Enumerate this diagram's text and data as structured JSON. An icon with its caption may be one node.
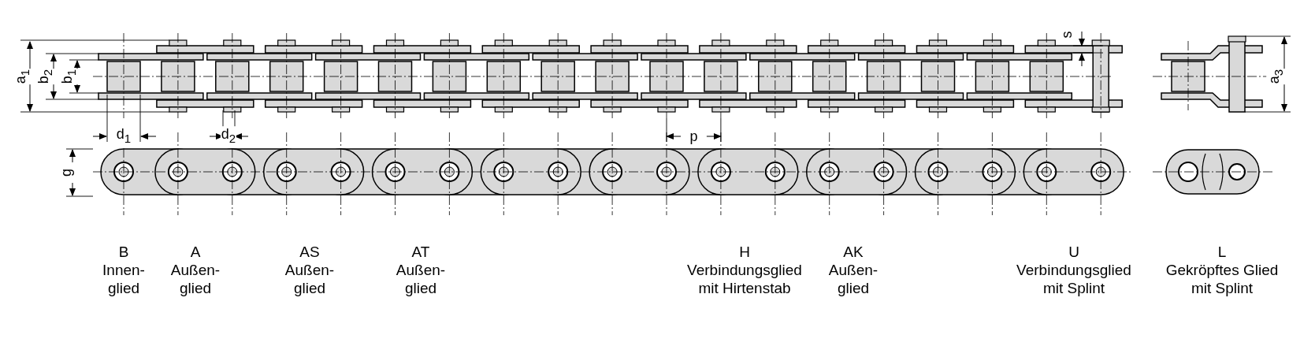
{
  "diagram": {
    "labels": [
      "a$_{1}$",
      "b$_{2}$",
      "b$_{1}$",
      "s",
      "a$_{3}$",
      "d$_{1}$",
      "d$_{2}$",
      "p",
      "g",
      "B",
      "Innen-glied",
      "A",
      "Außen-glied",
      "AS",
      "Außen-glied",
      "AT",
      "Außen-glied",
      "H",
      "Verbindungsglied mit Hirtenstab",
      "AK",
      "Außen-glied",
      "U",
      "Verbindungsglied mit Splint",
      "L",
      "Gekröpftes Glied mit Splint"
    ]
  }
}
